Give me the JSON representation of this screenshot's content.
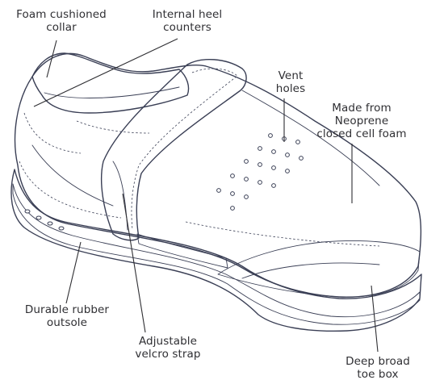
{
  "labels": {
    "foam_collar": [
      "Foam cushioned",
      "collar"
    ],
    "heel_counters": [
      "Internal heel",
      "counters"
    ],
    "vent_holes": [
      "Vent",
      "holes"
    ],
    "neoprene": [
      "Made from",
      "Neoprene",
      "closed cell foam"
    ],
    "rubber_outsole": [
      "Durable rubber",
      "outsole"
    ],
    "velcro_strap": [
      "Adjustable",
      "velcro strap"
    ],
    "toe_box": [
      "Deep broad",
      "toe box"
    ]
  },
  "colors": {
    "shoe_body": "#b7c2e0",
    "outline": "#3a3f55",
    "text": "#2f2f33"
  }
}
